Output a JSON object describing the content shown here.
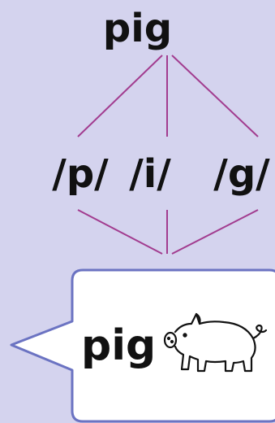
{
  "word": "pig",
  "phonemes": [
    "/p/",
    "/i/",
    "/g/"
  ],
  "bubble": {
    "label": "pig",
    "icon": "pig-icon"
  },
  "colors": {
    "background": "#d4d3ee",
    "connector": "#a23c8f",
    "bubble_border": "#6b73c2",
    "bubble_fill": "#ffffff",
    "text": "#111111"
  }
}
